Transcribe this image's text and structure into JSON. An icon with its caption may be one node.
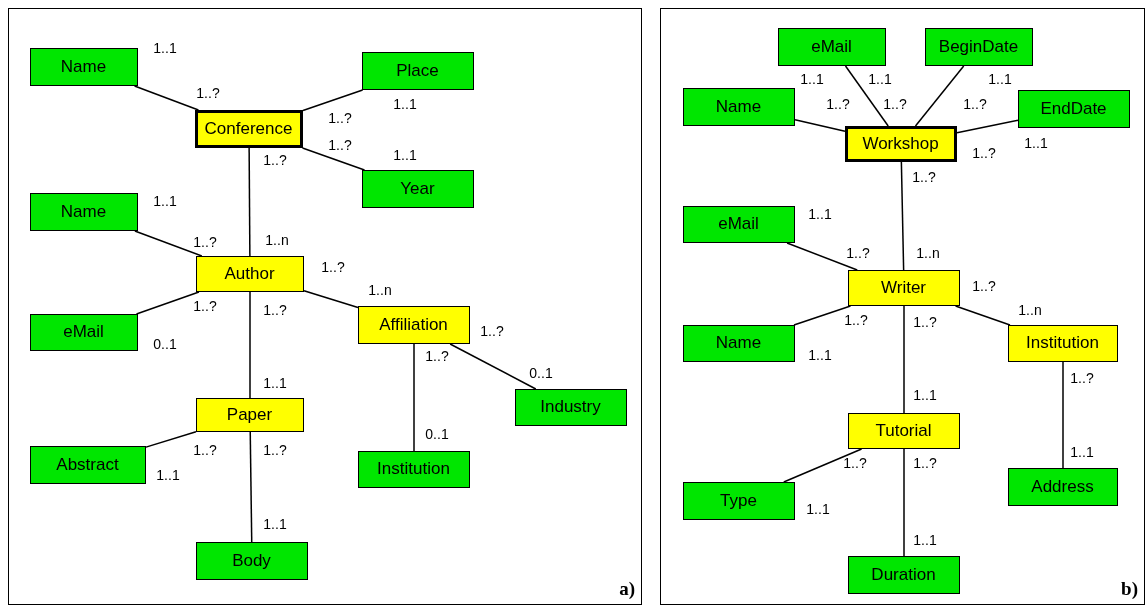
{
  "diagram": {
    "nodes": [
      {
        "text": [
          "a)"
        ]
      },
      {
        "text": [
          "Name"
        ],
        "in": 0
      },
      {
        "text": [
          "Conference"
        ],
        "in": 0
      },
      {
        "text": [
          "Place"
        ],
        "in": 0
      },
      {
        "text": [
          "Year"
        ],
        "in": 0
      },
      {
        "text": [
          "Name"
        ],
        "in": 0
      },
      {
        "text": [
          "Author"
        ],
        "in": 0
      },
      {
        "text": [
          "eMail"
        ],
        "in": 0
      },
      {
        "text": [
          "Affiliation"
        ],
        "in": 0
      },
      {
        "text": [
          "Paper"
        ],
        "in": 0
      },
      {
        "text": [
          "Industry"
        ],
        "in": 0
      },
      {
        "text": [
          "Abstract"
        ],
        "in": 0
      },
      {
        "text": [
          "Institution"
        ],
        "in": 0
      },
      {
        "text": [
          "Body"
        ],
        "in": 0
      },
      {
        "text": [
          "b)"
        ]
      },
      {
        "text": [
          "eMail"
        ],
        "in": 14
      },
      {
        "text": [
          "BeginDate"
        ],
        "in": 14
      },
      {
        "text": [
          "Name"
        ],
        "in": 14
      },
      {
        "text": [
          "Workshop"
        ],
        "in": 14
      },
      {
        "text": [
          "EndDate"
        ],
        "in": 14
      },
      {
        "text": [
          "eMail"
        ],
        "in": 14
      },
      {
        "text": [
          "Writer"
        ],
        "in": 14
      },
      {
        "text": [
          "Institution"
        ],
        "in": 14
      },
      {
        "text": [
          "Name"
        ],
        "in": 14
      },
      {
        "text": [
          "Tutorial"
        ],
        "in": 14
      },
      {
        "text": [
          "Address"
        ],
        "in": 14
      },
      {
        "text": [
          "Type"
        ],
        "in": 14
      },
      {
        "text": [
          "Duration"
        ],
        "in": 14
      }
    ],
    "edges": [
      {
        "from": 1,
        "to": 2,
        "arrow": "none"
      },
      {
        "from": 2,
        "to": 3,
        "arrow": "none"
      },
      {
        "from": 2,
        "to": 4,
        "arrow": "none"
      },
      {
        "from": 2,
        "to": 6,
        "arrow": "none"
      },
      {
        "from": 5,
        "to": 6,
        "arrow": "none"
      },
      {
        "from": 7,
        "to": 6,
        "arrow": "none"
      },
      {
        "from": 6,
        "to": 8,
        "arrow": "none"
      },
      {
        "from": 6,
        "to": 9,
        "arrow": "none"
      },
      {
        "from": 8,
        "to": 10,
        "arrow": "none"
      },
      {
        "from": 8,
        "to": 12,
        "arrow": "none"
      },
      {
        "from": 11,
        "to": 9,
        "arrow": "none"
      },
      {
        "from": 9,
        "to": 13,
        "arrow": "none"
      },
      {
        "from": 17,
        "to": 18,
        "arrow": "none"
      },
      {
        "from": 15,
        "to": 18,
        "arrow": "none"
      },
      {
        "from": 16,
        "to": 18,
        "arrow": "none"
      },
      {
        "from": 19,
        "to": 18,
        "arrow": "none"
      },
      {
        "from": 18,
        "to": 21,
        "arrow": "none"
      },
      {
        "from": 20,
        "to": 21,
        "arrow": "none"
      },
      {
        "from": 23,
        "to": 21,
        "arrow": "none"
      },
      {
        "from": 21,
        "to": 22,
        "arrow": "none"
      },
      {
        "from": 21,
        "to": 24,
        "arrow": "none"
      },
      {
        "from": 22,
        "to": 25,
        "arrow": "none"
      },
      {
        "from": 26,
        "to": 24,
        "arrow": "none"
      },
      {
        "from": 24,
        "to": 27,
        "arrow": "none"
      }
    ],
    "labels": [
      "1..1",
      "1..?",
      "1..1",
      "1..?",
      "1..?",
      "1..1",
      "1..?",
      "1..1",
      "1..?",
      "1..n",
      "1..?",
      "1..n",
      "1..?",
      "1..?",
      "0..1",
      "1..?",
      "1..?",
      "0..1",
      "1..1",
      "0..1",
      "1..?",
      "1..?",
      "1..1",
      "1..1",
      "1..1",
      "1..1",
      "1..1",
      "1..?",
      "1..?",
      "1..?",
      "1..1",
      "1..?",
      "1..?",
      "1..1",
      "1..?",
      "1..n",
      "1..?",
      "1..n",
      "1..?",
      "1..?",
      "1..1",
      "1..?",
      "1..1",
      "1..1",
      "1..?",
      "1..?",
      "1..1",
      "1..1"
    ]
  }
}
